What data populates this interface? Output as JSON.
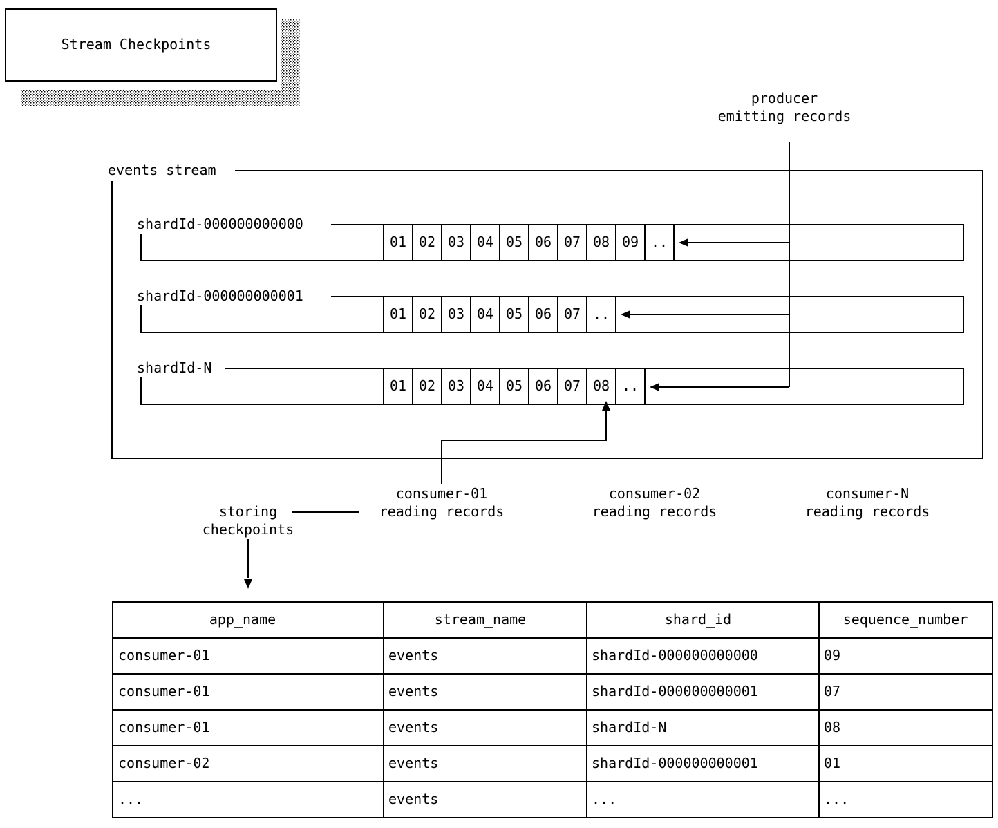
{
  "title": "Stream Checkpoints",
  "producer": {
    "line1": "producer",
    "line2": "emitting records"
  },
  "stream": {
    "label": "events stream"
  },
  "shards": [
    {
      "label": "shardId-000000000000",
      "cells": [
        "01",
        "02",
        "03",
        "04",
        "05",
        "06",
        "07",
        "08",
        "09",
        ".."
      ]
    },
    {
      "label": "shardId-000000000001",
      "cells": [
        "01",
        "02",
        "03",
        "04",
        "05",
        "06",
        "07",
        ".."
      ]
    },
    {
      "label": "shardId-N",
      "cells": [
        "01",
        "02",
        "03",
        "04",
        "05",
        "06",
        "07",
        "08",
        ".."
      ]
    }
  ],
  "consumers": [
    {
      "line1": "consumer-01",
      "line2": "reading records"
    },
    {
      "line1": "consumer-02",
      "line2": "reading records"
    },
    {
      "line1": "consumer-N",
      "line2": "reading records"
    }
  ],
  "storing": {
    "line1": "storing",
    "line2": "checkpoints"
  },
  "table": {
    "headers": [
      "app_name",
      "stream_name",
      "shard_id",
      "sequence_number"
    ],
    "rows": [
      [
        "consumer-01",
        "events",
        "shardId-000000000000",
        "09"
      ],
      [
        "consumer-01",
        "events",
        "shardId-000000000001",
        "07"
      ],
      [
        "consumer-01",
        "events",
        "shardId-N",
        "08"
      ],
      [
        "consumer-02",
        "events",
        "shardId-000000000001",
        "01"
      ],
      [
        "...",
        "events",
        "...",
        "..."
      ]
    ]
  }
}
